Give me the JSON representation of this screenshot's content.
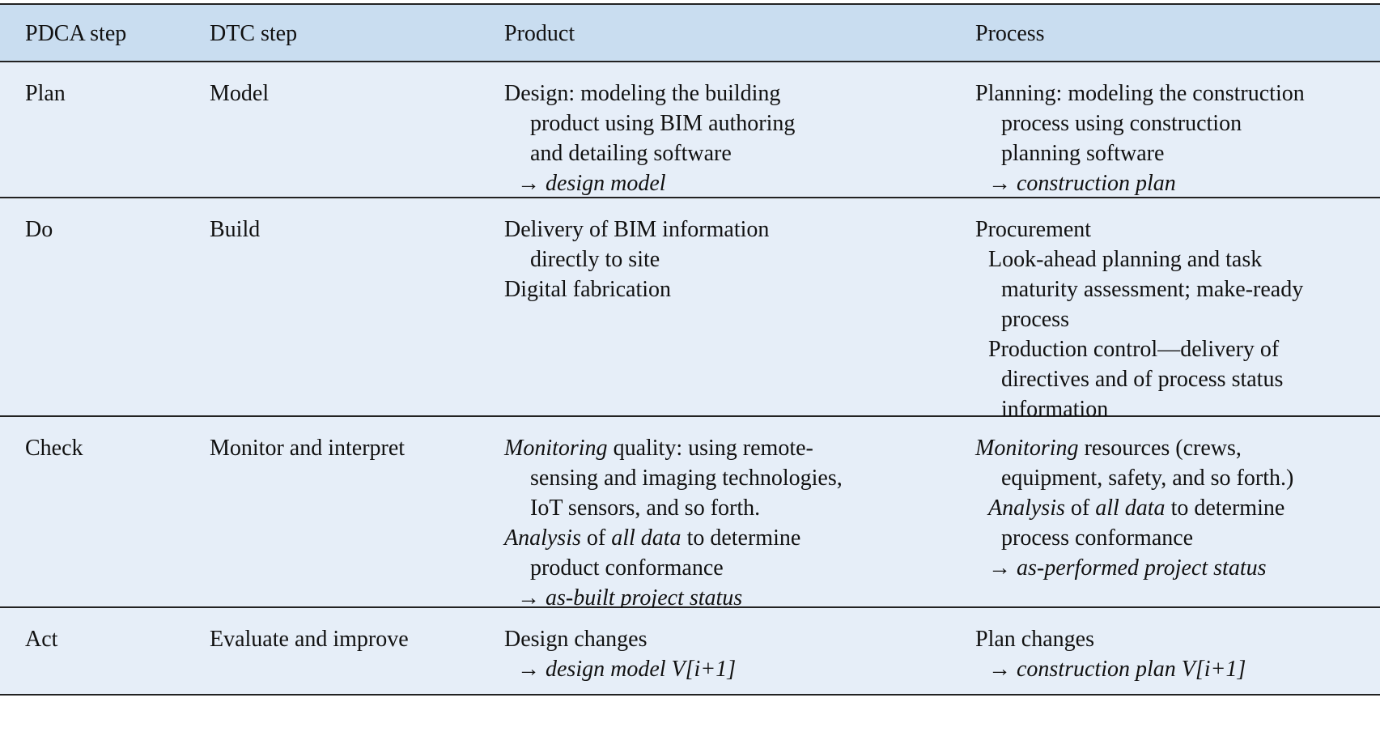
{
  "table": {
    "headers": [
      "PDCA step",
      "DTC step",
      "Product",
      "Process"
    ],
    "rows": [
      {
        "pdca": "Plan",
        "dtc": "Model",
        "product": {
          "l1": "Design: modeling the building",
          "l2": "product using BIM authoring",
          "l3": "and detailing software",
          "l4": "→ design model"
        },
        "process": {
          "l1": "Planning: modeling the construction",
          "l2": "process using construction",
          "l3": "planning software",
          "l4": "→ construction plan"
        }
      },
      {
        "pdca": "Do",
        "dtc": "Build",
        "product": {
          "l1": "Delivery of BIM information",
          "l2": "directly to site",
          "l3": "Digital fabrication"
        },
        "process": {
          "l1": "Procurement",
          "l2": "Look-ahead planning and task",
          "l3": "maturity assessment; make-ready",
          "l4": "process",
          "l5": "Production control—delivery of",
          "l6": "directives and of process status",
          "l7": "information"
        }
      },
      {
        "pdca": "Check",
        "dtc": "Monitor and interpret",
        "product": {
          "l1a": "Monitoring",
          "l1b": " quality: using remote-",
          "l2": "sensing and imaging technologies,",
          "l3": "IoT sensors, and so forth.",
          "l4a": "Analysis",
          "l4b": " of ",
          "l4c": "all data",
          "l4d": " to determine",
          "l5": "product conformance",
          "l6": "→ as-built project status"
        },
        "process": {
          "l1a": "Monitoring",
          "l1b": " resources (crews,",
          "l2": "equipment, safety, and so forth.)",
          "l3a": "Analysis",
          "l3b": " of ",
          "l3c": "all data",
          "l3d": " to determine",
          "l4": "process conformance",
          "l5": "→ as-performed project status"
        }
      },
      {
        "pdca": "Act",
        "dtc": "Evaluate and improve",
        "product": {
          "l1": "Design changes",
          "l2": "→ design model V[i+1]"
        },
        "process": {
          "l1": "Plan changes",
          "l2": "→ construction plan V[i+1]"
        }
      }
    ]
  },
  "colors": {
    "header_bg": "#c9ddf0",
    "row_bg": "#e6eef8",
    "rule": "#222222"
  }
}
